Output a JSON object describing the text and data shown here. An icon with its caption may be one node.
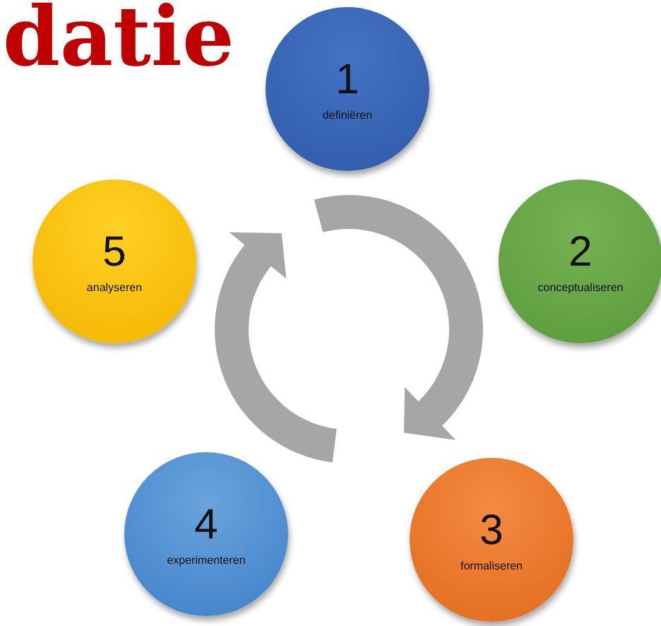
{
  "diagram": {
    "title": "datie",
    "nodes": [
      {
        "text": [
          "1",
          "definiëren"
        ]
      },
      {
        "text": [
          "2",
          "conceptualiseren"
        ]
      },
      {
        "text": [
          "3",
          "formaliseren"
        ]
      },
      {
        "text": [
          "4",
          "experimenteren"
        ]
      },
      {
        "text": [
          "5",
          "analyseren"
        ]
      }
    ],
    "edges": []
  }
}
